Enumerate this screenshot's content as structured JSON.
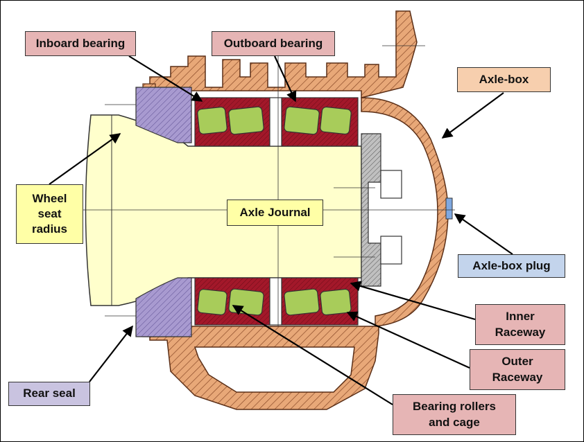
{
  "labels": {
    "inboard_bearing": "Inboard bearing",
    "outboard_bearing": "Outboard bearing",
    "axle_box": "Axle-box",
    "wheel_seat_radius": "Wheel\nseat\nradius",
    "axle_journal": "Axle Journal",
    "axle_box_plug": "Axle-box plug",
    "inner_raceway": "Inner\nRaceway",
    "outer_raceway": "Outer\nRaceway",
    "rear_seal": "Rear seal",
    "bearing_rollers_cage": "Bearing rollers\nand cage"
  },
  "colors": {
    "housing": "#e8a878",
    "journal": "#ffffcc",
    "bearing": "#a3182a",
    "rollers": "#a8cc5a",
    "seal": "#a89ad0",
    "plug": "#7fa8e0",
    "end_cap": "#c0c0c0"
  }
}
